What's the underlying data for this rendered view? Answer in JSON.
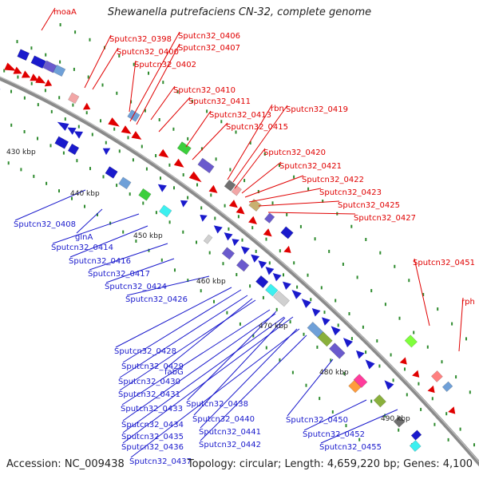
{
  "title": "Shewanella putrefaciens CN-32, complete genome",
  "footer": {
    "accession": "Accession: NC_009438",
    "stats": "Topology: circular; Length: 4,659,220 bp; Genes: 4,100"
  },
  "colors": {
    "forward": "#e00000",
    "reverse": "#1a1acc",
    "backbone": "#8a8a8a",
    "dots": "#2e8b2e"
  },
  "tick_labels": [
    "430 kbp",
    "440 kbp",
    "450 kbp",
    "460 kbp",
    "470 kbp",
    "480 kbp",
    "490 kbp"
  ],
  "forward_labels": [
    "moaA",
    "Sputcn32_0398",
    "Sputcn32_0400",
    "Sputcn32_0402",
    "Sputcn32_0406",
    "Sputcn32_0407",
    "Sputcn32_0410",
    "Sputcn32_0411",
    "Sputcn32_0413",
    "Sputcn32_0415",
    "rbn",
    "Sputcn32_0419",
    "Sputcn32_0420",
    "Sputcn32_0421",
    "Sputcn32_0422",
    "Sputcn32_0423",
    "Sputcn32_0425",
    "Sputcn32_0427",
    "Sputcn32_0451",
    "rph"
  ],
  "reverse_labels": [
    "Sputcn32_0408",
    "glnA",
    "Sputcn32_0414",
    "Sputcn32_0416",
    "Sputcn32_0417",
    "Sputcn32_0424",
    "Sputcn32_0426",
    "Sputcn32_0428",
    "Sputcn32_0429",
    "fabG",
    "Sputcn32_0430",
    "Sputcn32_0431",
    "Sputcn32_0433",
    "Sputcn32_0434",
    "Sputcn32_0435",
    "Sputcn32_0436",
    "Sputcn32_0437",
    "Sputcn32_0438",
    "Sputcn32_0440",
    "Sputcn32_0441",
    "Sputcn32_0442",
    "Sputcn32_0450",
    "Sputcn32_0452",
    "Sputcn32_0455"
  ]
}
